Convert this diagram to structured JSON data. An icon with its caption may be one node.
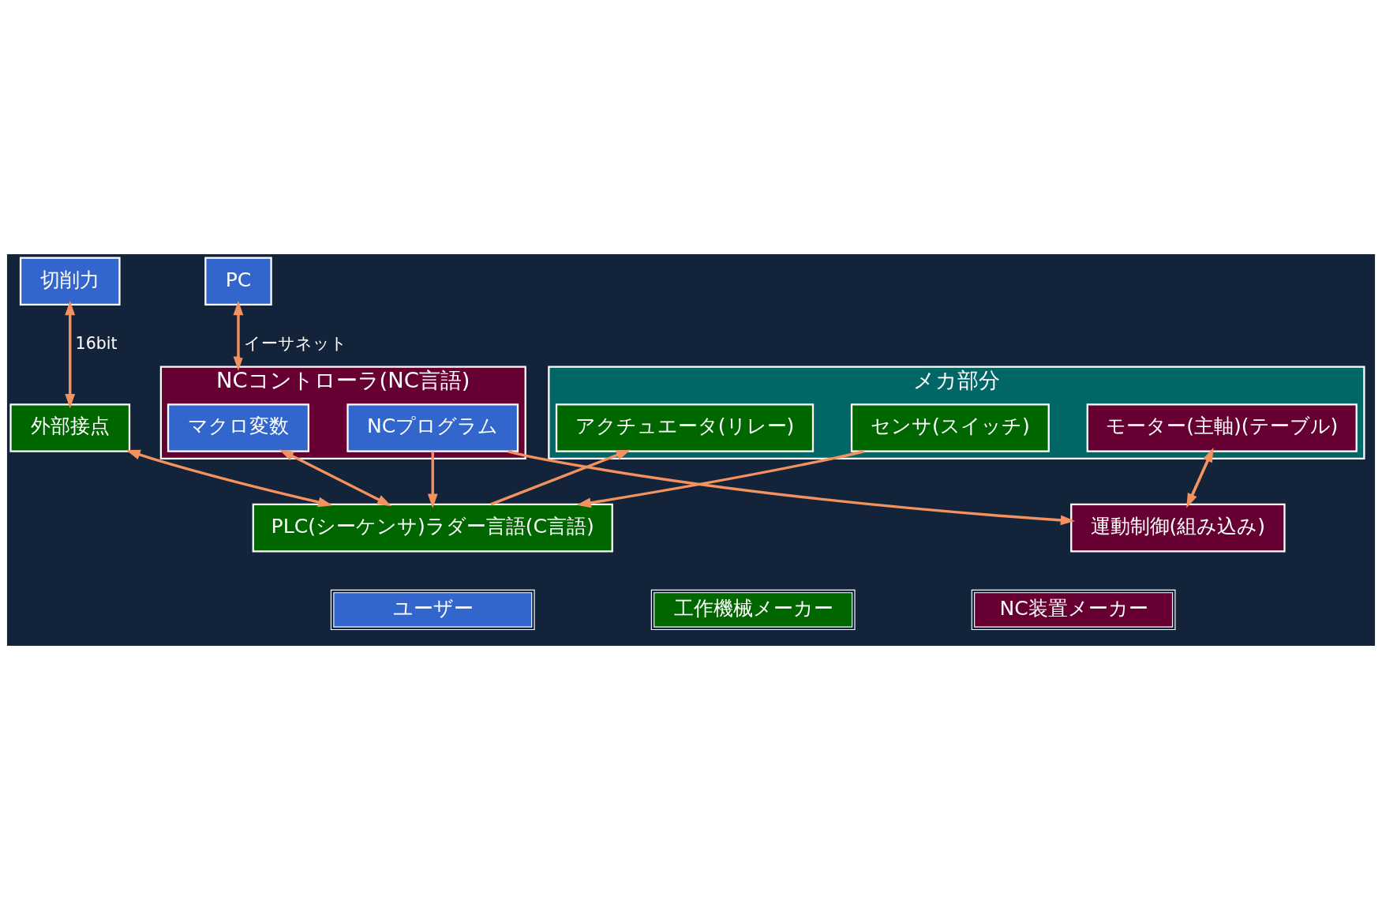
{
  "diagram": {
    "nodes": [
      {
        "text": [
          "PC"
        ]
      },
      {
        "text": [
          "NCコントローラ(NC言語)"
        ]
      },
      {
        "text": [
          "マクロ変数"
        ],
        "in": 1
      },
      {
        "text": [
          "NCプログラム"
        ],
        "in": 1
      },
      {
        "text": [
          "切削力"
        ]
      },
      {
        "text": [
          "外部接点"
        ]
      },
      {
        "text": [
          "PLC(シーケンサ)ラダー言語(C言語)"
        ]
      },
      {
        "text": [
          "運動制御(組み込み)"
        ]
      },
      {
        "text": [
          "メカ部分"
        ]
      },
      {
        "text": [
          "アクチュエータ(リレー)"
        ],
        "in": 8
      },
      {
        "text": [
          "モーター(主軸)(テーブル)"
        ],
        "in": 8
      },
      {
        "text": [
          "センサ(スイッチ)"
        ],
        "in": 8
      }
    ],
    "edges": [
      {
        "from": 0,
        "to": 1,
        "arrow": "both",
        "label": "イーサネット"
      },
      {
        "from": 4,
        "to": 5,
        "arrow": "both",
        "label": "16bit"
      },
      {
        "from": 5,
        "to": 6,
        "arrow": "both"
      },
      {
        "from": 2,
        "to": 6,
        "arrow": "both"
      },
      {
        "from": 3,
        "to": 6,
        "arrow": "to"
      },
      {
        "from": 3,
        "to": 7,
        "arrow": "to"
      },
      {
        "from": 6,
        "to": 9,
        "arrow": "to"
      },
      {
        "from": 7,
        "to": 10,
        "arrow": "to"
      },
      {
        "from": 10,
        "to": 7,
        "arrow": "to"
      },
      {
        "from": 11,
        "to": 6,
        "arrow": "to"
      }
    ],
    "legend": [
      {
        "text": "ユーザー",
        "color": "#3366cc"
      },
      {
        "text": "工作機械メーカー",
        "color": "#006600"
      },
      {
        "text": "NC装置メーカー",
        "color": "#660033"
      }
    ]
  }
}
